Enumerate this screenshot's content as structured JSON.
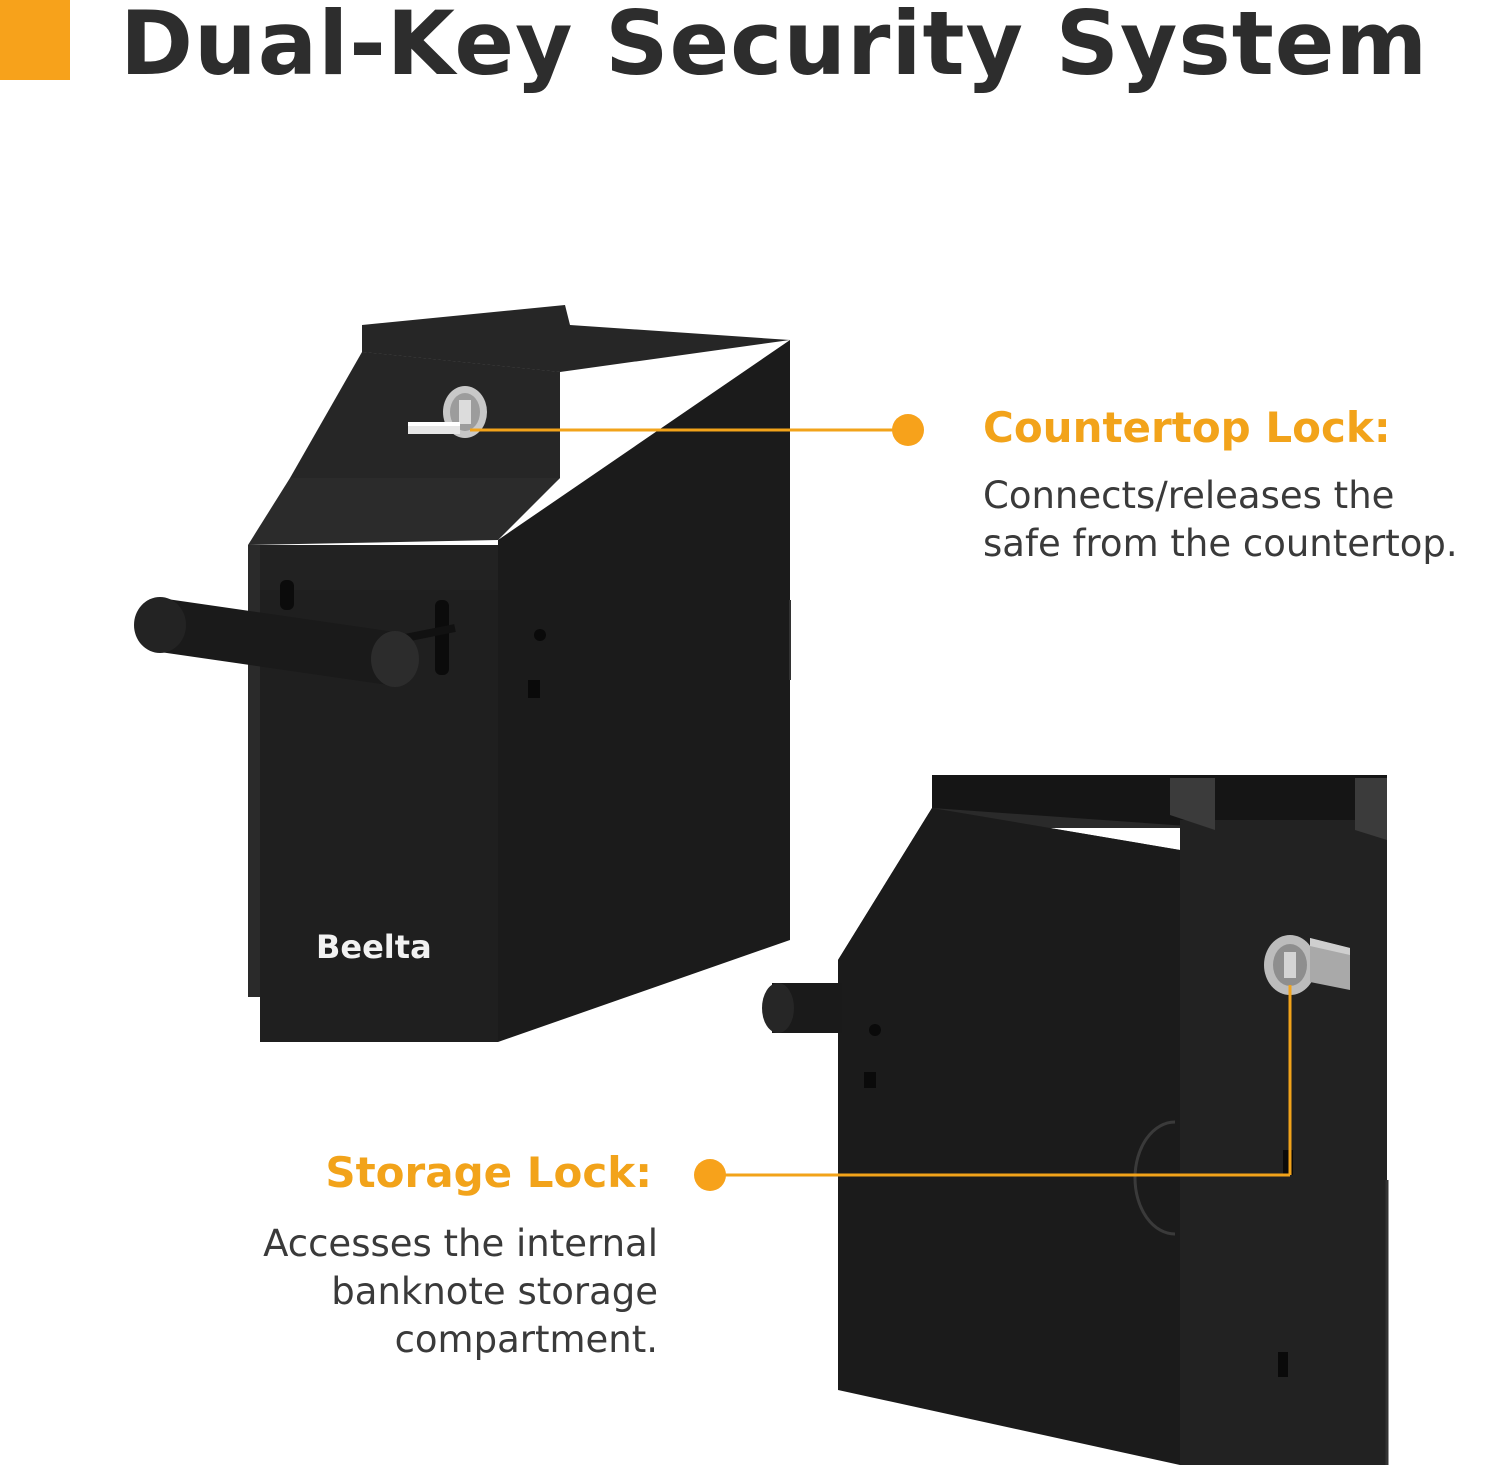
{
  "page": {
    "title": "Dual-Key Security System",
    "accent_color": "#f7a21b",
    "text_color": "#2d2d2d"
  },
  "callouts": {
    "countertop": {
      "heading": "Countertop Lock:",
      "lines": [
        "Connects/releases the",
        "safe from the countertop."
      ]
    },
    "storage": {
      "heading": "Storage Lock:",
      "lines": [
        "Accesses the internal",
        "banknote storage",
        "compartment."
      ]
    }
  },
  "product": {
    "brand_logo": "Beelta",
    "icons": [
      "lock-cylinder-icon",
      "key-icon",
      "handle-bar"
    ]
  }
}
